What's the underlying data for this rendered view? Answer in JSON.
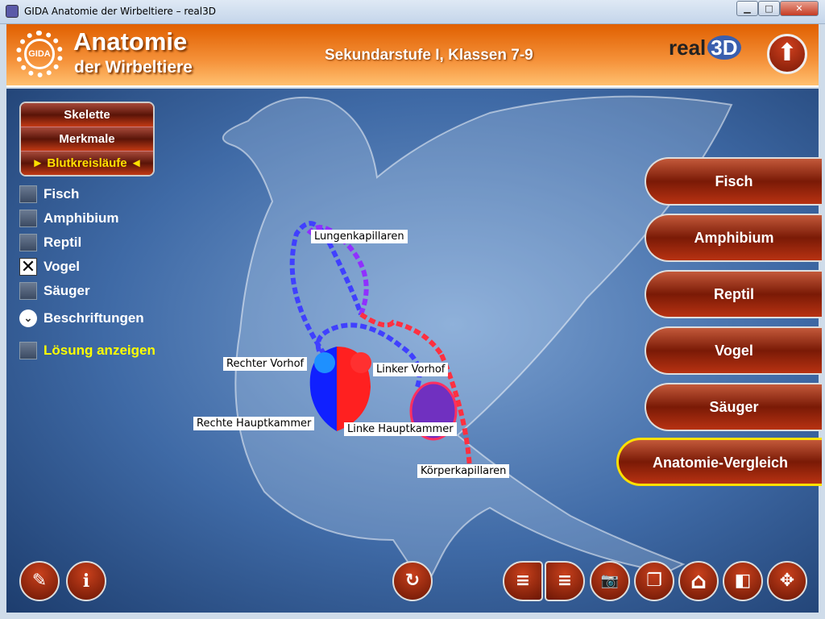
{
  "window": {
    "title": "GIDA Anatomie der Wirbeltiere – real3D",
    "minimize": "▁",
    "maximize": "□",
    "close": "✕"
  },
  "header": {
    "logo": "GIDA",
    "title": "Anatomie",
    "subtitle": "der Wirbeltiere",
    "level": "Sekundarstufe I, Klassen 7-9",
    "brand": "real",
    "brand_3d": "3D",
    "up_icon": "⬆"
  },
  "menu": {
    "items": [
      "Skelette",
      "Merkmale",
      "► Blutkreisläufe ◄"
    ]
  },
  "options": [
    {
      "label": "Fisch",
      "checked": false
    },
    {
      "label": "Amphibium",
      "checked": false
    },
    {
      "label": "Reptil",
      "checked": false
    },
    {
      "label": "Vogel",
      "checked": true,
      "mark": "✕"
    },
    {
      "label": "Säuger",
      "checked": false
    }
  ],
  "labels_toggle": {
    "label": "Beschriftungen",
    "icon": "⌄"
  },
  "solution": {
    "label": "Lösung anzeigen"
  },
  "animals": [
    "Fisch",
    "Amphibium",
    "Reptil",
    "Vogel",
    "Säuger",
    "Anatomie-Vergleich"
  ],
  "diagram_labels": {
    "lung": "Lungenkapillaren",
    "ra": "Rechter Vorhof",
    "la": "Linker Vorhof",
    "rv": "Rechte Hauptkammer",
    "lv": "Linke Hauptkammer",
    "body": "Körperkapillaren"
  },
  "bottom_icons": {
    "notes": "✎",
    "info": "i",
    "reset": "↻",
    "menu1": "≡",
    "menu2": "≡",
    "camera": "📷",
    "copy": "❐",
    "home": "⌂",
    "window": "◧",
    "move": "✥"
  }
}
